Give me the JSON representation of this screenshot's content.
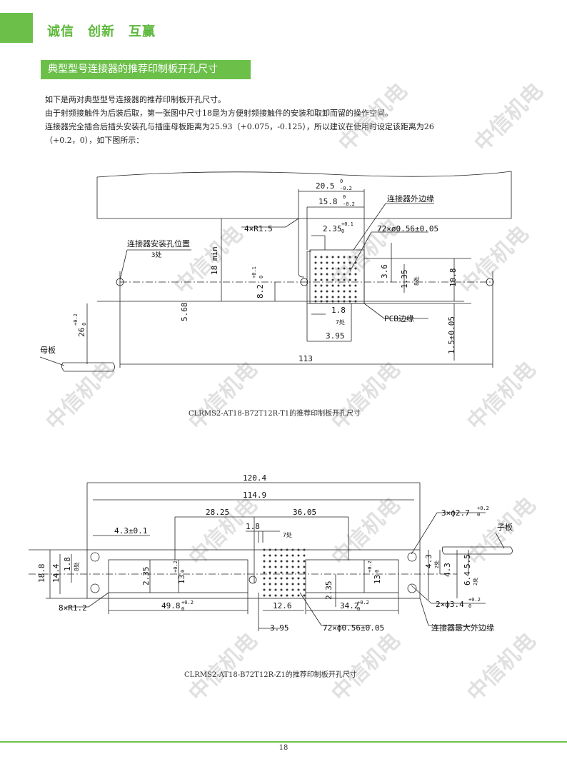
{
  "header": {
    "slogan": "诚信　创新　互赢"
  },
  "section": {
    "title": "典型型号连接器的推荐印制板开孔尺寸"
  },
  "intro": {
    "line1": "如下是两对典型型号连接器的推荐印制板开孔尺寸。",
    "line2": "由于射频接触件为后装后取，第一张图中尺寸18是为方便射频接触件的安装和取卸而留的操作空间。",
    "line3": "连接器完全插合后插头安装孔与插座母板距离为25.93（+0.075，-0.125），所以建议在使用时设定该距离为26",
    "line4": "（+0.2，0），如下图所示："
  },
  "watermark": {
    "text": "中信机电"
  },
  "fig1": {
    "caption": "CLRMS2-AT18-B72T12R-T1的推荐印制板开孔尺寸",
    "labels": {
      "d205": "20.5",
      "d205_tol": "0",
      "d205_tol2": "-0.2",
      "d158": "15.8",
      "d158_tol": "0",
      "d158_tol2": "-0.2",
      "outer_edge": "连接器外边缘",
      "r15": "4×R1.5",
      "d235": "2.35",
      "d235_tol": "+0.1",
      "d235_tol2": "0",
      "holes": "72×ø0.56±0.05",
      "mount_hole": "连接器安装孔位置",
      "mount_count": "3处",
      "min18": "18 min",
      "d82": "8.2",
      "d82_tol": "+0.1",
      "d82_tol2": "0",
      "d36": "3.6",
      "d135": "1.35",
      "d135_cnt": "8处",
      "d108": "10.8",
      "d568": "5.68",
      "d18": "1.8",
      "d18_cnt": "7处",
      "pcb_edge": "PCB边缘",
      "d395": "3.95",
      "d26": "26",
      "d26_tol": "+0.2",
      "d26_tol2": "0",
      "d15": "1.5±0.05",
      "motherboard": "母板",
      "d113": "113"
    }
  },
  "fig2": {
    "caption": "CLRMS2-AT18-B72T12R-Z1的推荐印制板开孔尺寸",
    "labels": {
      "d1204": "120.4",
      "d1149": "114.9",
      "d2825": "28.25",
      "d3605": "36.05",
      "d43": "4.3±0.1",
      "d18": "1.8",
      "d18_cnt": "7处",
      "h27": "3×ф2.7",
      "h27_tol": "+0.2",
      "h27_tol2": "0",
      "daughter": "子板",
      "d188": "18.8",
      "d144": "14.4",
      "d18b": "1.8",
      "d18b_cnt": "8处",
      "d235": "2.35",
      "d13": "13",
      "d13_tol": "+0.2",
      "d13_tol2": "0",
      "d235b": "2.35",
      "d13b": "13",
      "d13b_tol": "+0.2",
      "d13b_tol2": "0",
      "d43b": "4.3",
      "d43b_cnt": "2处",
      "d43c": "4.3",
      "d55": "5.5",
      "d64": "6.4",
      "d64_cnt": "2处",
      "r12": "8×R1.2",
      "d498": "49.8",
      "d498_tol": "+0.2",
      "d498_tol2": "0",
      "d126": "12.6",
      "d342": "34.2",
      "d342_tol": "+0.2",
      "d342_tol2": "0",
      "h34": "2×ф3.4",
      "h34_tol": "+0.2",
      "h34_tol2": "0",
      "d395": "3.95",
      "holes": "72×ф0.56±0.05",
      "max_edge": "连接器最大外边缘"
    }
  },
  "footer": {
    "page": "18"
  }
}
